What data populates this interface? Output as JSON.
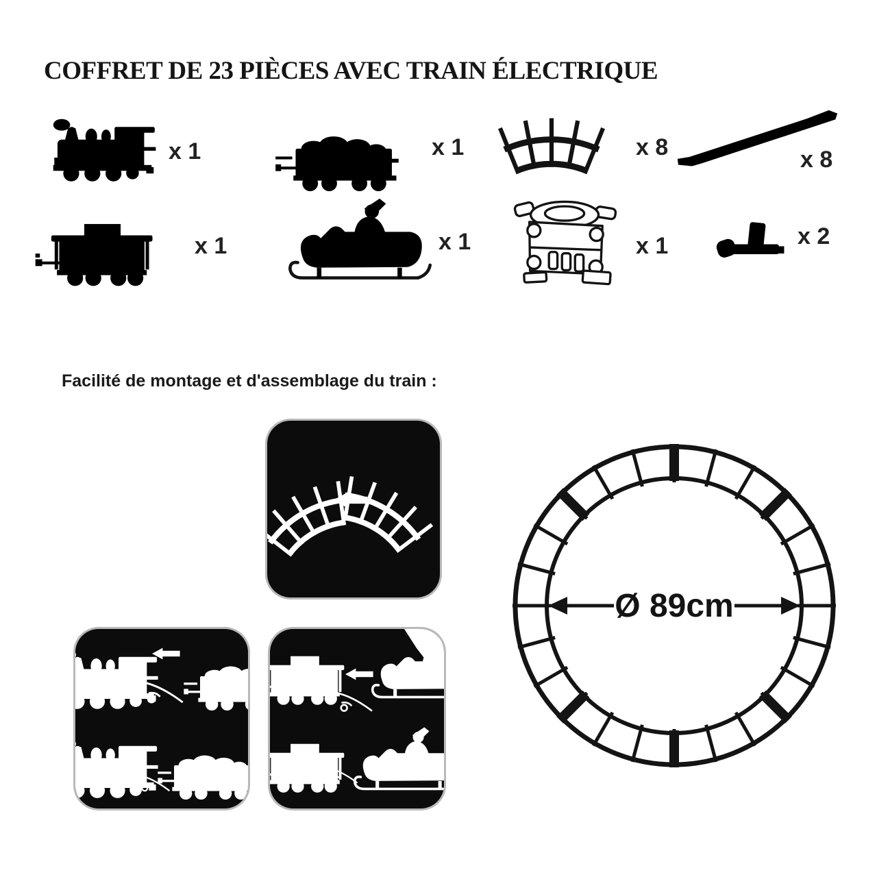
{
  "title": "COFFRET DE 23 PIÈCES AVEC TRAIN ÉLECTRIQUE",
  "assembly_heading": "Facilité de montage et d'assemblage du train :",
  "parts": [
    {
      "name": "locomotive",
      "label": "x 1"
    },
    {
      "name": "tender-wagon",
      "label": "x 1"
    },
    {
      "name": "curved-track-section",
      "label": "x 8"
    },
    {
      "name": "straight-rail",
      "label": "x 8"
    },
    {
      "name": "caboose-wagon",
      "label": "x 1"
    },
    {
      "name": "santa-sleigh",
      "label": "x 1"
    },
    {
      "name": "motor-battery-unit",
      "label": "x 1"
    },
    {
      "name": "rail-connector",
      "label": "x 2"
    }
  ],
  "track_circle": {
    "diameter_label": "Ø 89cm"
  },
  "colors": {
    "ink": "#141414",
    "background": "#ffffff",
    "panel": "#0c0c0c"
  }
}
